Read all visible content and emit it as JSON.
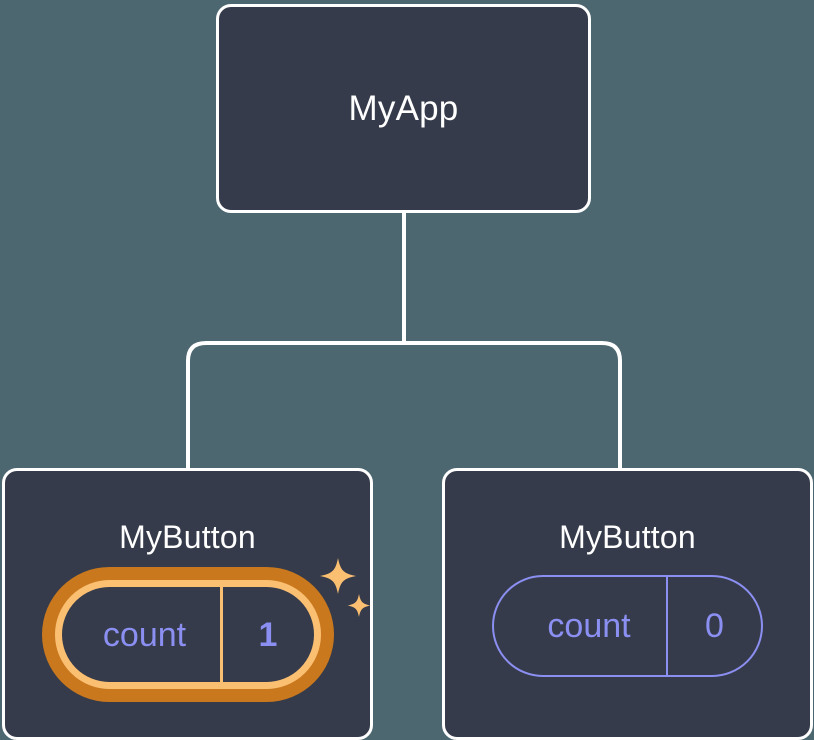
{
  "diagram": {
    "type": "component-tree",
    "title_hidden": "React component tree with state pills",
    "background_color": "#4d6771",
    "node_fill_color": "#353b4a",
    "node_border_color": "#ffffff",
    "edge_color": "#ffffff",
    "state_key_color": "#8c8ff2",
    "highlight_outer_color": "#c9781e",
    "highlight_inner_color": "#fbbf71",
    "sparkle_color": "#fbbf71"
  },
  "root": {
    "label": "MyApp"
  },
  "children": [
    {
      "label": "MyButton",
      "state": {
        "key": "count",
        "value": "1"
      },
      "highlighted": true,
      "sparkles": true
    },
    {
      "label": "MyButton",
      "state": {
        "key": "count",
        "value": "0"
      },
      "highlighted": false,
      "sparkles": false
    }
  ]
}
